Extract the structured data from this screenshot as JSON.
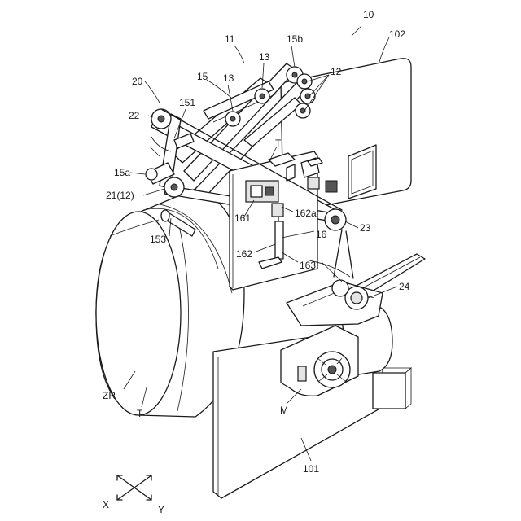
{
  "labels": {
    "l10": "10",
    "l11": "11",
    "l12": "12",
    "l13a": "13",
    "l13b": "13",
    "l15": "15",
    "l15a": "15a",
    "l15b": "15b",
    "l16": "16",
    "l20": "20",
    "l21": "21(12)",
    "l22": "22",
    "l23": "23",
    "l24": "24",
    "l101": "101",
    "l102": "102",
    "l151": "151",
    "l153": "153",
    "l161": "161",
    "l162": "162",
    "l162a": "162a",
    "l163": "163",
    "lT1": "T",
    "lT2": "T",
    "lZR": "ZR",
    "lM": "M",
    "lX": "X",
    "lY": "Y"
  }
}
